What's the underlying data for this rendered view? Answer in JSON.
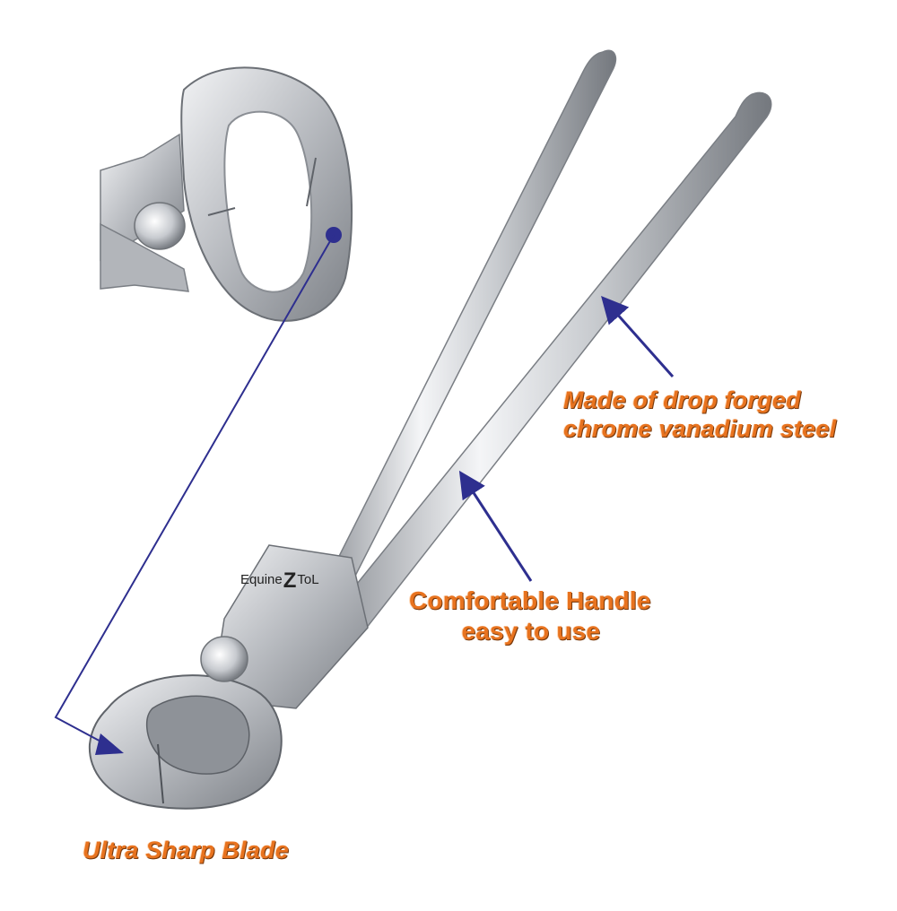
{
  "callouts": {
    "steel": {
      "line1": "Made of drop forged",
      "line2": "chrome vanadium steel"
    },
    "handle": {
      "line1": "Comfortable Handle",
      "line2": "easy to use"
    },
    "blade": {
      "text": "Ultra Sharp Blade"
    }
  },
  "logo": {
    "part1": "Equine",
    "z": "Z",
    "part2": "ToL"
  },
  "colors": {
    "accent_orange": "#e8731f",
    "arrow_navy": "#2e2f8f",
    "steel_light": "#e9eaec",
    "steel_mid": "#b9bcc1",
    "steel_dark": "#6f7378"
  },
  "icons": {
    "inset": "blade-closeup-image",
    "main": "hoof-nipper-image"
  }
}
